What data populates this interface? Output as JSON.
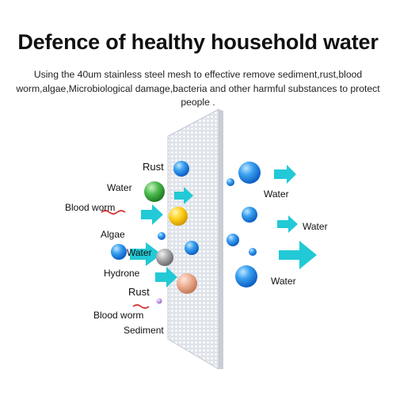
{
  "header": {
    "title": "Defence of healthy household water",
    "description": "Using the 40um stainless steel mesh to effective remove sediment,rust,blood worm,algae,Microbiological damage,bacteria and other harmful substances to protect people ."
  },
  "left_labels": {
    "rust_top": "Rust",
    "water_1": "Water",
    "blood_worm_1": "Blood worm",
    "algae": "Algae",
    "water_2": "Water",
    "hydrone": "Hydrone",
    "rust_bottom": "Rust",
    "blood_worm_2": "Blood worm",
    "sediment": "Sediment"
  },
  "right_labels": {
    "water_1": "Water",
    "water_2": "Water",
    "water_3": "Water"
  },
  "colors": {
    "water_ball": "#1e88e5",
    "algae_ball": "#43a047",
    "blood_worm_ball": "#fbc02d",
    "hydrone_ball": "#9e9e9e",
    "rust_ball": "#e8a88c",
    "sediment_ball": "#c39be8",
    "arrow": "#20c7d6",
    "mesh": "#c8cdd6",
    "squiggle": "#d32f2f"
  }
}
